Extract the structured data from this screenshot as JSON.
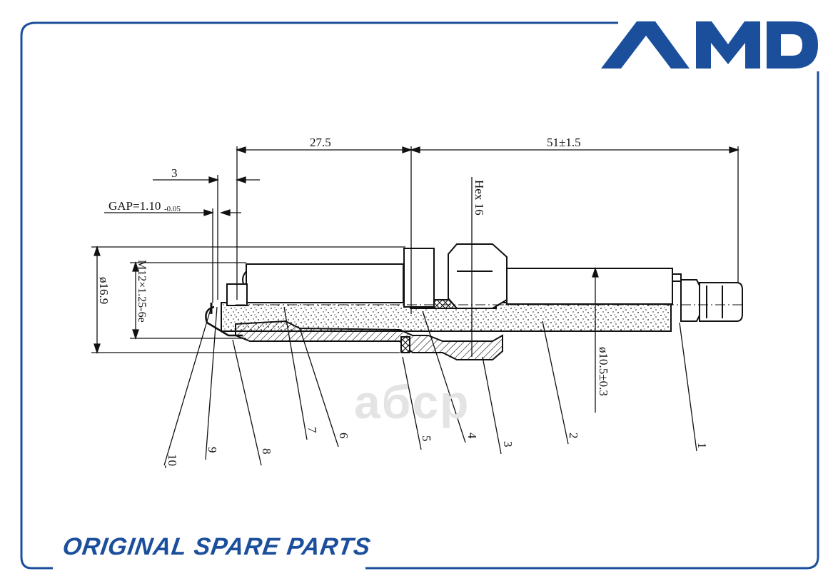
{
  "brand": {
    "logo_text": "AMD",
    "color": "#1b4f9c"
  },
  "footer": {
    "text": "ORIGINAL SPARE PARTS"
  },
  "watermark": {
    "text": "aбcp"
  },
  "dimensions": {
    "d275": "27.5",
    "d51": "51±1.5",
    "d3": "3",
    "gap_main": "GAP=1.10",
    "gap_tol": "-0.05",
    "hex": "Hex 16",
    "dia169": "ø16.9",
    "thread": "M12×1.25-6e",
    "dia105": "ø10.5±0.3"
  },
  "callouts": [
    "1",
    "2",
    "3",
    "4",
    "5",
    "6",
    "7",
    "8",
    "9",
    "10"
  ],
  "colors": {
    "line": "#111111",
    "frame": "#1b4f9c"
  }
}
